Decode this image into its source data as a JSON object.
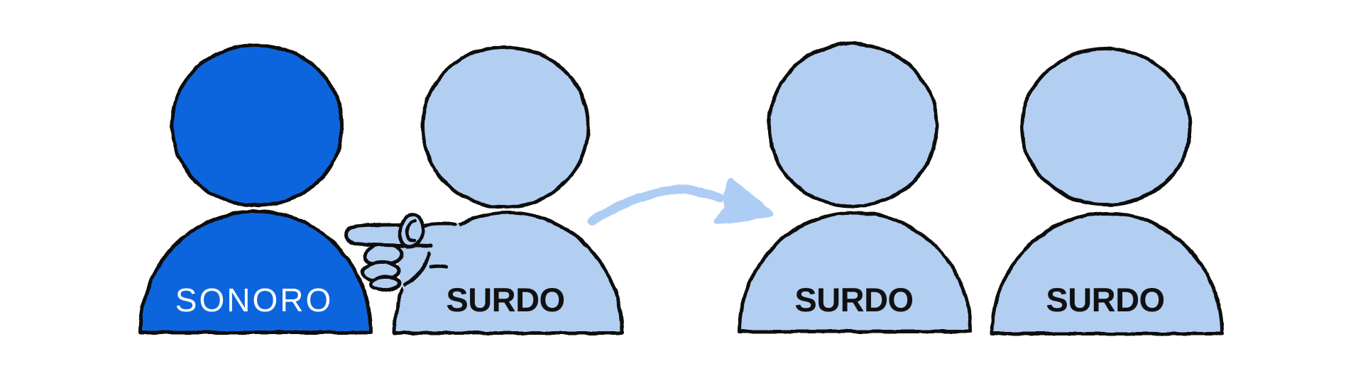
{
  "colors": {
    "background": "#ffffff",
    "ink": "#101010",
    "speaker_fill": "#0a65dd",
    "deaf_fill": "#b2cff2",
    "arrow_color": "#aecdf5",
    "label_light": "#ffffff",
    "label_dark": "#111111"
  },
  "diagram": {
    "people": [
      {
        "label": "SONORO"
      },
      {
        "label": "SURDO"
      },
      {
        "label": "SURDO"
      },
      {
        "label": "SURDO"
      }
    ]
  }
}
